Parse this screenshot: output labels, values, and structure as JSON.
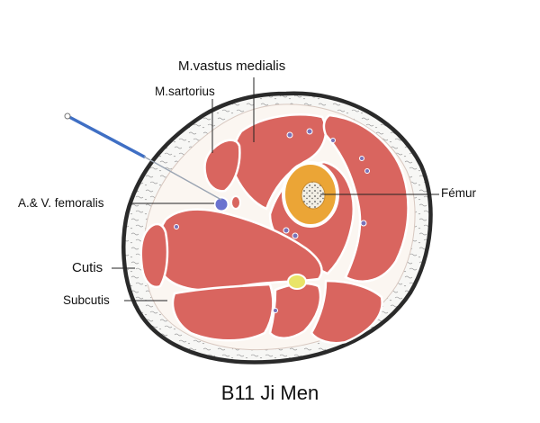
{
  "labels": {
    "vastus_medialis": "M.vastus medialis",
    "sartorius": "M.sartorius",
    "femoral_vessels": "A.& V. femoralis",
    "femur": "Fémur",
    "cutis": "Cutis",
    "subcutis": "Subcutis"
  },
  "caption": "B11 Ji Men",
  "colors": {
    "muscle": "#d9655f",
    "bone": "#eba536",
    "skin": "#2a2a2a",
    "needle": "#3f6fc4",
    "artery": "#6a72cf",
    "nerve": "#e9e468"
  }
}
